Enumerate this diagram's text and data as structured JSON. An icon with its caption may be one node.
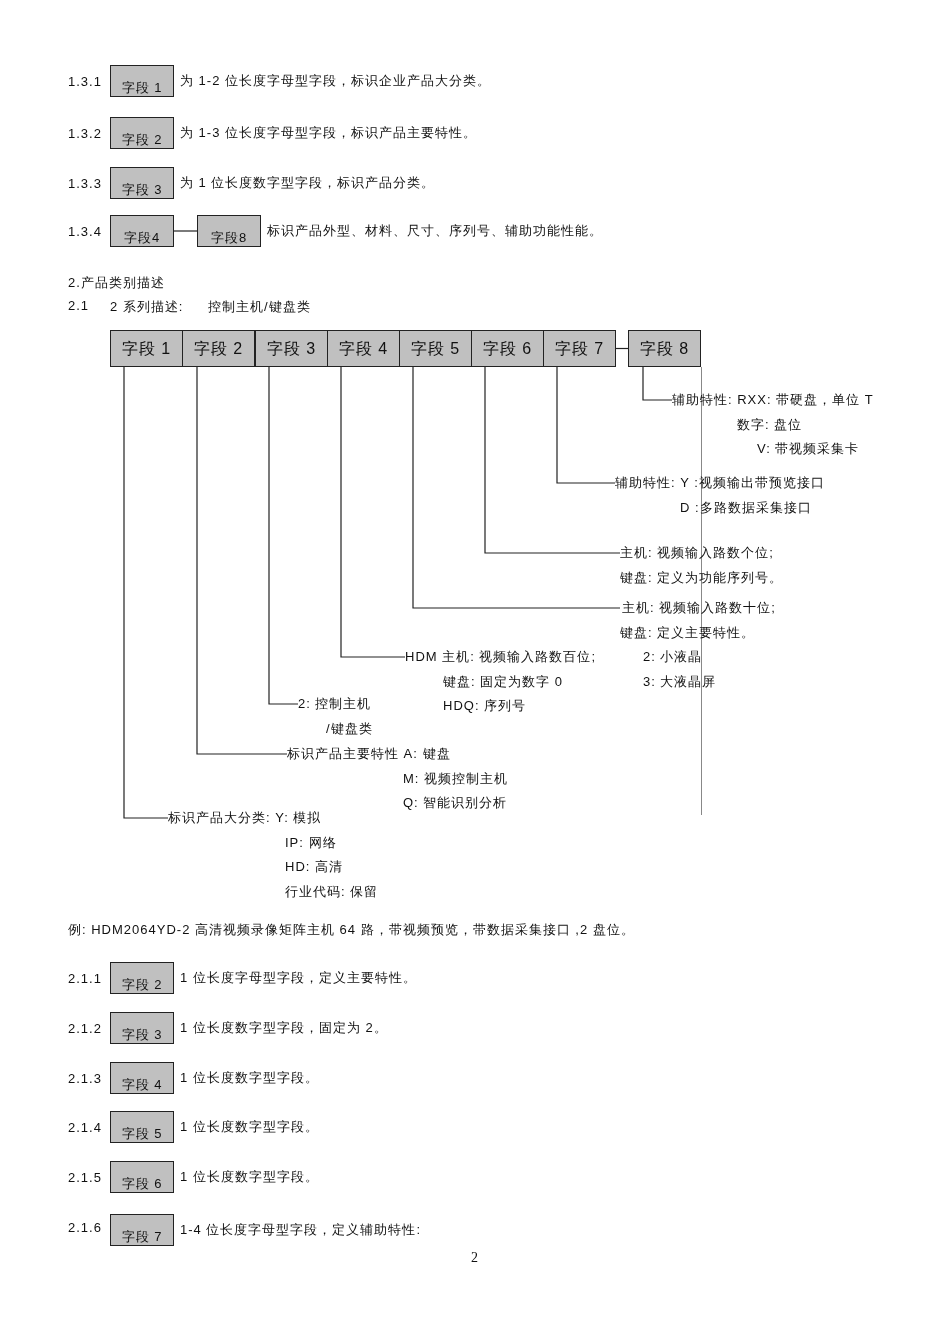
{
  "diagram": {
    "nodes": [
      {
        "text": [
          "字段 1"
        ],
        "beside": [
          "为 1-2 位长度字母型字段，标识企业产品大分类。"
        ]
      },
      {
        "text": [
          "字段 2"
        ],
        "beside": [
          "为 1-3 位长度字母型字段，标识产品主要特性。"
        ]
      },
      {
        "text": [
          "字段 3"
        ],
        "beside": [
          "为 1 位长度数字型字段，标识产品分类。"
        ]
      },
      {
        "text": [
          "字段4"
        ]
      },
      {
        "text": [
          "字段8"
        ],
        "beside": [
          "标识产品外型、材料、尺寸、序列号、辅助功能性能。"
        ]
      },
      {
        "text": [
          "字段 1"
        ]
      },
      {
        "text": [
          "字段 2"
        ]
      },
      {
        "text": [
          "字段 3"
        ]
      },
      {
        "text": [
          "字段 4"
        ]
      },
      {
        "text": [
          "字段 5"
        ]
      },
      {
        "text": [
          "字段 6"
        ]
      },
      {
        "text": [
          "字段 7"
        ]
      },
      {
        "text": [
          "字段 8"
        ]
      },
      {
        "text": [
          "辅助特性: RXX: 带硬盘，单位 T",
          "数字: 盘位",
          "V: 带视频采集卡"
        ]
      },
      {
        "text": [
          "辅助特性: Y :视频输出带预览接口",
          "D :多路数据采集接口"
        ]
      },
      {
        "text": [
          "主机: 视频输入路数个位;",
          "键盘: 定义为功能序列号。"
        ]
      },
      {
        "text": [
          "主机: 视频输入路数十位;",
          "键盘: 定义主要特性。",
          "2: 小液晶",
          "3: 大液晶屏"
        ]
      },
      {
        "text": [
          "HDM 主机: 视频输入路数百位;",
          "键盘: 固定为数字 0",
          "HDQ: 序列号"
        ]
      },
      {
        "text": [
          "2: 控制主机",
          "/键盘类"
        ]
      },
      {
        "text": [
          "标识产品主要特性 A: 键盘",
          "M: 视频控制主机",
          "Q: 智能识别分析"
        ]
      },
      {
        "text": [
          "标识产品大分类: Y: 模拟",
          "IP: 网络",
          "HD: 高清",
          "行业代码: 保留"
        ]
      },
      {
        "text": [
          "字段 2"
        ],
        "beside": [
          "1 位长度字母型字段，定义主要特性。"
        ]
      },
      {
        "text": [
          "字段 3"
        ],
        "beside": [
          "1 位长度数字型字段，固定为 2。"
        ]
      },
      {
        "text": [
          "字段 4"
        ],
        "beside": [
          "1 位长度数字型字段。"
        ]
      },
      {
        "text": [
          "字段 5"
        ],
        "beside": [
          "1 位长度数字型字段。"
        ]
      },
      {
        "text": [
          "字段 6"
        ],
        "beside": [
          "1 位长度数字型字段。"
        ]
      },
      {
        "text": [
          "字段 7"
        ],
        "beside": [
          "1-4 位长度字母型字段，定义辅助特性:"
        ]
      }
    ],
    "edges": [
      {
        "from": 3,
        "to": 4,
        "arrow": "none"
      },
      {
        "from": 11,
        "to": 12,
        "arrow": "none"
      },
      {
        "from": 12,
        "to": 13,
        "arrow": "none"
      },
      {
        "from": 11,
        "to": 14,
        "arrow": "none"
      },
      {
        "from": 10,
        "to": 15,
        "arrow": "none"
      },
      {
        "from": 9,
        "to": 16,
        "arrow": "none"
      },
      {
        "from": 8,
        "to": 17,
        "arrow": "none"
      },
      {
        "from": 7,
        "to": 18,
        "arrow": "none"
      },
      {
        "from": 6,
        "to": 19,
        "arrow": "none"
      },
      {
        "from": 5,
        "to": 20,
        "arrow": "none"
      }
    ],
    "labels": [
      "1.3.1",
      "1.3.2",
      "1.3.3",
      "1.3.4",
      "2.产品类别描述",
      "2.1",
      "2 系列描述:",
      "控制主机/键盘类",
      "例: HDM2064YD-2 高清视频录像矩阵主机 64 路，带视频预览，带数据采集接口 ,2 盘位。",
      "2.1.1",
      "2.1.2",
      "2.1.3",
      "2.1.4",
      "2.1.5",
      "2.1.6",
      "2"
    ]
  }
}
